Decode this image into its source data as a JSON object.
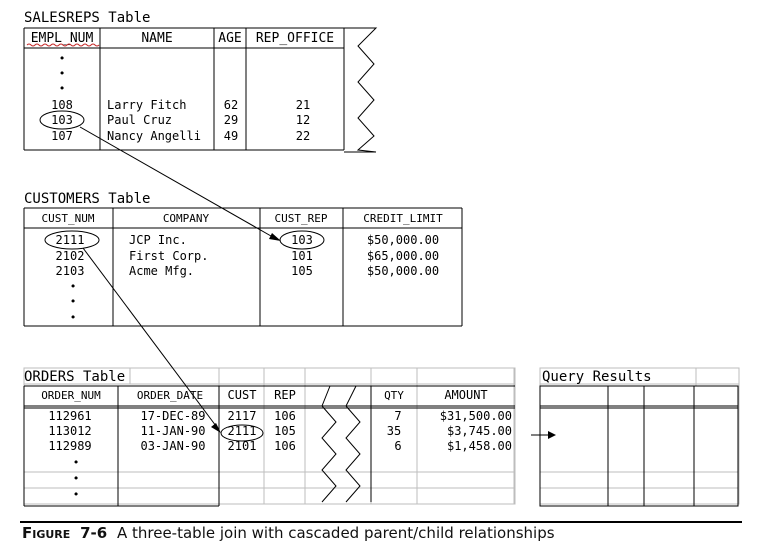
{
  "salesreps": {
    "title": "SALESREPS Table",
    "headers": [
      "EMPL_NUM",
      "NAME",
      "AGE",
      "REP_OFFICE"
    ],
    "dots": [
      "•",
      "•",
      "•"
    ],
    "rows": [
      [
        "108",
        "Larry Fitch",
        "62",
        "21"
      ],
      [
        "103",
        "Paul Cruz",
        "29",
        "12"
      ],
      [
        "107",
        "Nancy Angelli",
        "49",
        "22"
      ]
    ]
  },
  "customers": {
    "title": "CUSTOMERS Table",
    "headers": [
      "CUST_NUM",
      "COMPANY",
      "CUST_REP",
      "CREDIT_LIMIT"
    ],
    "rows": [
      [
        "2111",
        "JCP Inc.",
        "103",
        "$50,000.00"
      ],
      [
        "2102",
        "First Corp.",
        "101",
        "$65,000.00"
      ],
      [
        "2103",
        "Acme Mfg.",
        "105",
        "$50,000.00"
      ]
    ],
    "dots": [
      "•",
      "•",
      "•"
    ]
  },
  "orders": {
    "title": "ORDERS Table",
    "headers": [
      "ORDER_NUM",
      "ORDER_DATE",
      "CUST",
      "REP",
      "QTY",
      "AMOUNT"
    ],
    "rows": [
      [
        "112961",
        "17-DEC-89",
        "2117",
        "106",
        "7",
        "$31,500.00"
      ],
      [
        "113012",
        "11-JAN-90",
        "2111",
        "105",
        "35",
        "$3,745.00"
      ],
      [
        "112989",
        "03-JAN-90",
        "2101",
        "106",
        "6",
        "$1,458.00"
      ]
    ],
    "dots": [
      "•",
      "•",
      "•"
    ]
  },
  "query_results": {
    "title": "Query Results"
  },
  "caption": {
    "label": "Figure",
    "number": "7-6",
    "text": "A three-table join with cascaded parent/child relationships"
  }
}
